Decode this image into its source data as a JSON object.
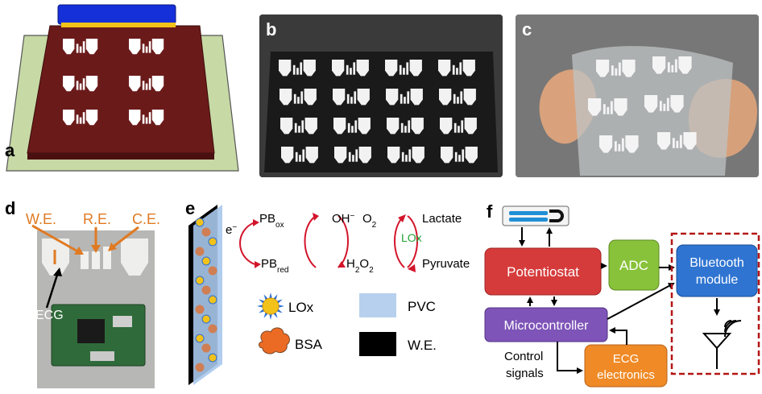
{
  "panels": {
    "a": {
      "label": "a"
    },
    "b": {
      "label": "b"
    },
    "c": {
      "label": "c"
    },
    "d": {
      "label": "d",
      "electrodes": {
        "we": "W.E.",
        "re": "R.E.",
        "ce": "C.E."
      },
      "ecg": "ECG"
    },
    "e": {
      "label": "e",
      "electron": "e",
      "electron_sup": "−",
      "pb_ox": "PB",
      "pb_ox_sub": "ox",
      "pb_red": "PB",
      "pb_red_sub": "red",
      "oh": "OH",
      "oh_sup": "−",
      "o2": "O",
      "o2_sub": "2",
      "h2o2_a": "H",
      "h2o2_sub1": "2",
      "h2o2_b": "O",
      "h2o2_sub2": "2",
      "lactate": "Lactate",
      "pyruvate": "Pyruvate",
      "enzyme_label": "LOx",
      "legend": {
        "lox": "LOx",
        "bsa": "BSA",
        "pvc": "PVC",
        "we": "W.E."
      }
    },
    "f": {
      "label": "f",
      "blocks": {
        "potentiostat": "Potentiostat",
        "adc": "ADC",
        "bluetooth_line1": "Bluetooth",
        "bluetooth_line2": "module",
        "microcontroller": "Microcontroller",
        "ecg_line1": "ECG",
        "ecg_line2": "electronics"
      },
      "control_line1": "Control",
      "control_line2": "signals"
    }
  },
  "colors": {
    "substrate_green": "#c7d9a5",
    "electrode_maroon": "#6b1a1a",
    "squeegee_blue": "#1530d9",
    "orange_accent": "#e07a22",
    "red_arrow": "#d3142a",
    "potentiostat_red": "#d63b3b",
    "adc_green": "#88c23a",
    "bluetooth_blue": "#2f74d1",
    "micro_purple": "#7e54b8",
    "ecg_orange": "#ef8a26",
    "dashed_red": "#b31616",
    "lox_green_text": "#22a336"
  }
}
